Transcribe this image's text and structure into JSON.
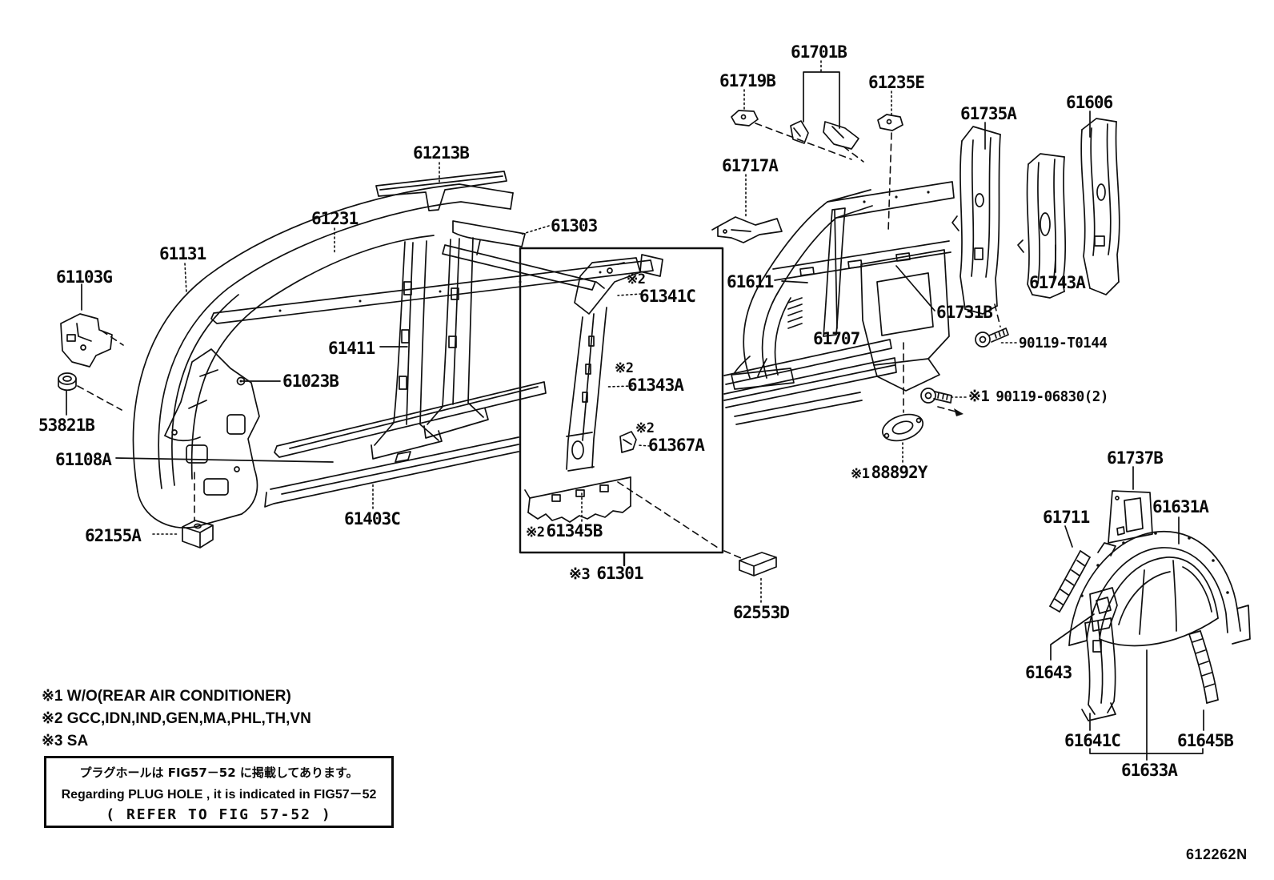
{
  "doc_code": "612262N",
  "labels": {
    "61701B": {
      "text": "61701B"
    },
    "61719B": {
      "text": "61719B"
    },
    "61235E": {
      "text": "61235E"
    },
    "61735A": {
      "text": "61735A"
    },
    "61606": {
      "text": "61606"
    },
    "61213B": {
      "text": "61213B"
    },
    "61717A": {
      "text": "61717A"
    },
    "61231": {
      "text": "61231"
    },
    "61303": {
      "text": "61303"
    },
    "61131": {
      "text": "61131"
    },
    "61103G": {
      "text": "61103G"
    },
    "61341C": {
      "ref": "※2",
      "text": "61341C"
    },
    "61611": {
      "text": "61611"
    },
    "61743A": {
      "text": "61743A"
    },
    "61731B": {
      "text": "61731B"
    },
    "61411": {
      "text": "61411"
    },
    "90119T0144": {
      "text": "90119-T0144"
    },
    "61707": {
      "text": "61707"
    },
    "61023B": {
      "text": "61023B"
    },
    "61343A": {
      "ref": "※2",
      "text": "61343A"
    },
    "9011906830": {
      "ref": "※1",
      "text": "90119-06830(2)"
    },
    "53821B": {
      "text": "53821B"
    },
    "61367A": {
      "ref": "※2",
      "text": "61367A"
    },
    "61108A": {
      "text": "61108A"
    },
    "188892Y": {
      "ref": "※1",
      "text": "88892Y"
    },
    "61737B": {
      "text": "61737B"
    },
    "61711": {
      "text": "61711"
    },
    "61631A": {
      "text": "61631A"
    },
    "62155A": {
      "text": "62155A"
    },
    "61403C": {
      "text": "61403C"
    },
    "61345B": {
      "ref": "※2",
      "text": "61345B"
    },
    "61301": {
      "ref": "※3",
      "text": "61301"
    },
    "62553D": {
      "text": "62553D"
    },
    "61643": {
      "text": "61643"
    },
    "61641C": {
      "text": "61641C"
    },
    "61645B": {
      "text": "61645B"
    },
    "61633A": {
      "text": "61633A"
    }
  },
  "notes": {
    "n1": "※1 W/O(REAR AIR CONDITIONER)",
    "n2": "※2 GCC,IDN,IND,GEN,MA,PHL,TH,VN",
    "n3": "※3 SA"
  },
  "info_box": {
    "jp": "プラグホールは FIG57－52 に掲載してあります。",
    "en": "Regarding  PLUG  HOLE , it  is  indicated  in  FIG57－52",
    "ref": "( REFER TO FIG 57-52  )"
  }
}
